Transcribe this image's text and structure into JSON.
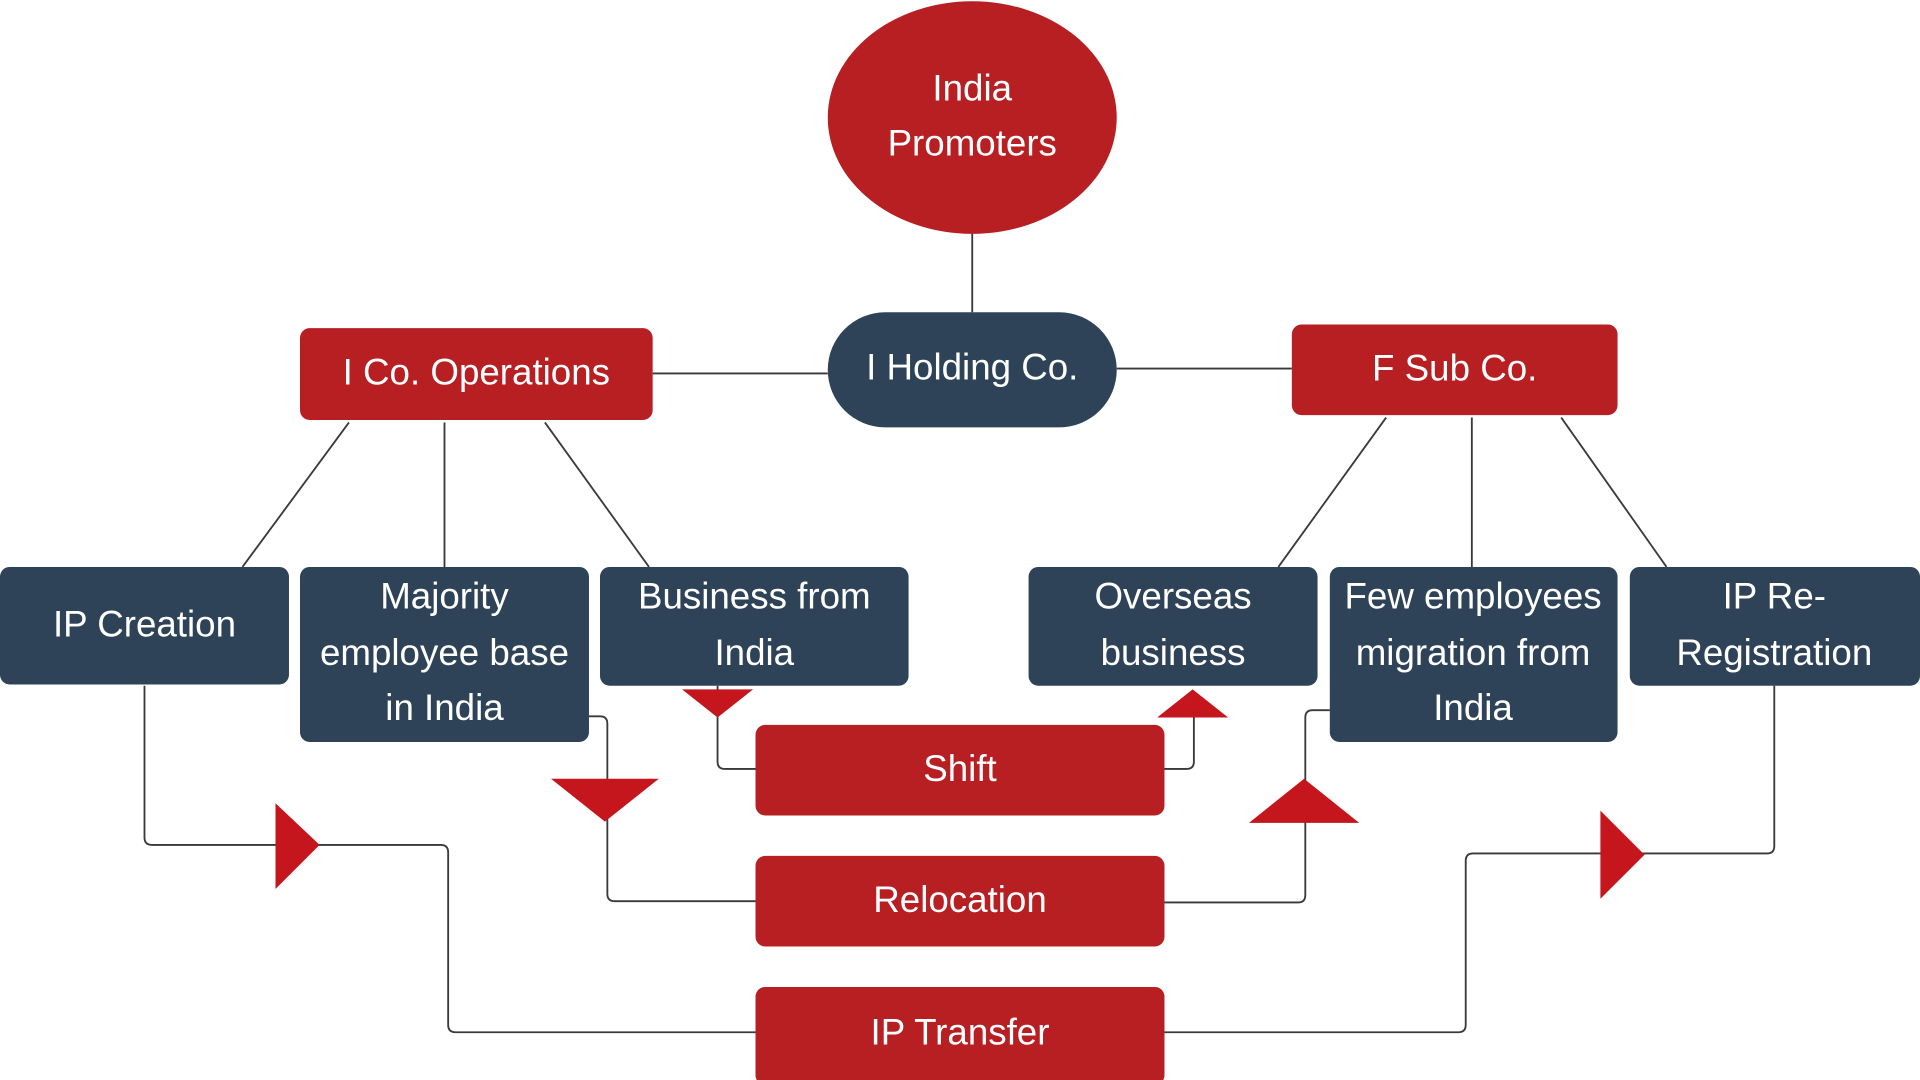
{
  "colors": {
    "red": "#b71f22",
    "navy": "#2e4358",
    "arrow": "#c4161c"
  },
  "nodes": {
    "promoters": [
      "India",
      "Promoters"
    ],
    "holding": "I Holding Co.",
    "ico": "I Co. Operations",
    "fsub": "F Sub Co.",
    "ip_creation": "IP Creation",
    "majority": [
      "Majority",
      "employee base",
      "in India"
    ],
    "business_india": [
      "Business from",
      "India"
    ],
    "overseas": [
      "Overseas",
      "business"
    ],
    "few_employees": [
      "Few employees",
      "migration from",
      "India"
    ],
    "ip_rereg": [
      "IP Re-",
      "Registration"
    ],
    "shift": "Shift",
    "relocation": "Relocation",
    "ip_transfer": "IP Transfer"
  }
}
